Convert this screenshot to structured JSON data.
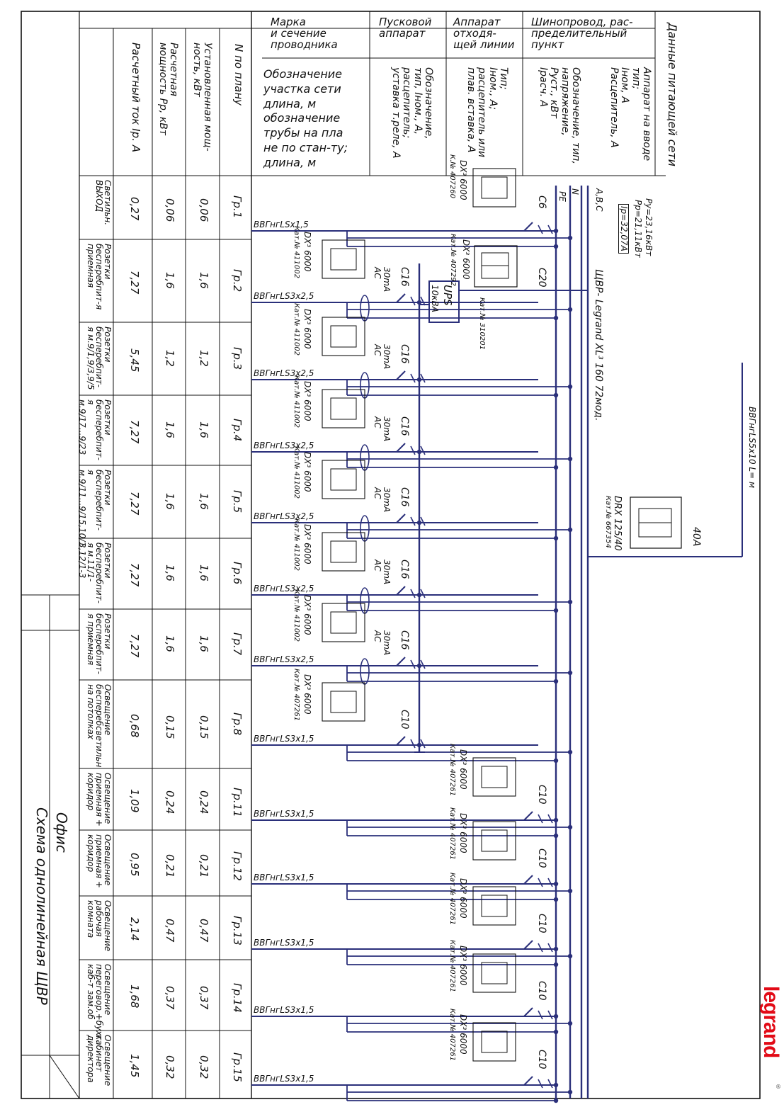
{
  "title_block": {
    "title_line1": "Офис",
    "title_line2": "Схема однолинейная ЩВР"
  },
  "header": {
    "conductor": "Марка\nи сечение\nпроводника",
    "starter": "Пусковой\nаппарат",
    "outgoing": "Аппарат\nотходя-\nщей линии",
    "busbar": "Шинопровод, рас-\nпределительный\nпункт",
    "section_desc": "Обозначение\nучастка сети\nдлина, м\nобозначение\nтрубы на пла\nне по стан-ту;\nдлина, м",
    "starter_desc": "Обозначение,\nтип, Iном., А,\nрасцепитель;\nуставка т.реле, А",
    "outgoing_desc": "Тип;\nIном., А;\nрасцепитель или\nплав. вставка, А",
    "busbar_desc": "Обозначение, тип,\nнапряжение,\nРуст., кВт\nIрасч. А",
    "supply": "Данные питающей сети",
    "supply_desc": "Аппарат на вводе\nтип;\nIном, А\nРасцепитель, А",
    "row_plan": "N по плану",
    "row_installed": "Установленная мощ-\nность, кВт",
    "row_calc_power": "Расчетная\nмощность Рр, кВт",
    "row_current": "Расчетный ток Iр. А"
  },
  "panel": {
    "name": "ЩВР- Legrand XL³ 160   72мод.",
    "pu": "Ру=23,16кВт",
    "pr": "Рр=21,11кВт",
    "ip": "Iр=32,07А",
    "buses": [
      "А,В,С",
      "N",
      "PE"
    ],
    "incoming_cable": "ВВГнгLS5х10 L=   м",
    "main_breaker_rating": "40А",
    "main_breaker_model": "DRX 125/40",
    "main_breaker_cat": "Кат.№ 667354",
    "ups_label": "UPS",
    "ups_power": "10кВА",
    "ups_cat": "Кат.№ 310201",
    "ups_breaker": "C20",
    "ups_breaker_model": "DX³ 6000",
    "ups_breaker_cat": "Кат.№ 407292"
  },
  "groups": [
    {
      "plan": "Гр.1",
      "installed": "0,06",
      "calc": "0,06",
      "current": "0,27",
      "name": "Светильн. ВЫХОД",
      "cable": "ВВГнгLSх1,5",
      "breaker": "C6",
      "model": "DX³ 6000",
      "cat": "К.№ 407260",
      "rcd": ""
    },
    {
      "plan": "Гр.2",
      "installed": "1,6",
      "calc": "1,6",
      "current": "7,27",
      "name": "Розетки бесперебпит-я приемная",
      "cable": "ВВГнгLS3х2,5",
      "breaker": "C16",
      "model": "DX³ 6000",
      "cat": "Кат.№ 411002",
      "rcd": "30mA AC"
    },
    {
      "plan": "Гр.3",
      "installed": "1,2",
      "calc": "1,2",
      "current": "5,45",
      "name": "Розетки бесперебпит-я м.9/1,9/3,9/5",
      "cable": "ВВГнгLS3х2,5",
      "breaker": "C16",
      "model": "DX³ 6000",
      "cat": "Кат.№ 411002",
      "rcd": "30mA AC"
    },
    {
      "plan": "Гр.4",
      "installed": "1,6",
      "calc": "1,6",
      "current": "7,27",
      "name": "Розетки бесперебпит-я м.9/17...9/23",
      "cable": "ВВГнгLS3х2,5",
      "breaker": "C16",
      "model": "DX³ 6000",
      "cat": "Кат.№ 411002",
      "rcd": "30mA AC"
    },
    {
      "plan": "Гр.5",
      "installed": "1,6",
      "calc": "1,6",
      "current": "7,27",
      "name": "Розетки бесперебпит-я м.9/11...9/15,10/1",
      "cable": "ВВГнгLS3х2,5",
      "breaker": "C16",
      "model": "DX³ 6000",
      "cat": "Кат.№ 411002",
      "rcd": "30mA AC"
    },
    {
      "plan": "Гр.6",
      "installed": "1,6",
      "calc": "1,6",
      "current": "7,27",
      "name": "Розетки бесперебпит-я м.11/1-3,12/1-3",
      "cable": "ВВГнгLS3х2,5",
      "breaker": "C16",
      "model": "DX³ 6000",
      "cat": "Кат.№ 411002",
      "rcd": "30mA AC"
    },
    {
      "plan": "Гр.7",
      "installed": "1,6",
      "calc": "1,6",
      "current": "7,27",
      "name": "Розетки бесперебпит-я приемная",
      "cable": "ВВГнгLS3х2,5",
      "breaker": "C16",
      "model": "DX³ 6000",
      "cat": "Кат.№ 411002",
      "rcd": "30mA AC"
    },
    {
      "plan": "Гр.8",
      "installed": "0,15",
      "calc": "0,15",
      "current": "0,68",
      "name": "Освещение бесперебсветильн на потолках",
      "cable": "ВВГнгLS3х1,5",
      "breaker": "C10",
      "model": "DX³ 6000",
      "cat": "Кат.№ 407261",
      "rcd": ""
    },
    {
      "plan": "Гр.11",
      "installed": "0,24",
      "calc": "0,24",
      "current": "1,09",
      "name": "Освещение приемная + коридор",
      "cable": "ВВГнгLS3х1,5",
      "breaker": "C10",
      "model": "DX³ 6000",
      "cat": "Кат.№ 407261",
      "rcd": ""
    },
    {
      "plan": "Гр.12",
      "installed": "0,21",
      "calc": "0,21",
      "current": "0,95",
      "name": "Освещение приемная + коридор",
      "cable": "ВВГнгLS3х1,5",
      "breaker": "C10",
      "model": "DX³ 6000",
      "cat": "Кат.№ 407261",
      "rcd": ""
    },
    {
      "plan": "Гр.13",
      "installed": "0,47",
      "calc": "0,47",
      "current": "2,14",
      "name": "Освещение рабочая комната",
      "cable": "ВВГнгLS3х1,5",
      "breaker": "C10",
      "model": "DX³ 6000",
      "cat": "Кат.№ 407261",
      "rcd": ""
    },
    {
      "plan": "Гр.14",
      "installed": "0,37",
      "calc": "0,37",
      "current": "1,68",
      "name": "Освещение переговор.+бухг. каб-т зам.об",
      "cable": "ВВГнгLS3х1,5",
      "breaker": "C10",
      "model": "DX³ 6000",
      "cat": "Кат.№ 407261",
      "rcd": ""
    },
    {
      "plan": "Гр.15",
      "installed": "0,32",
      "calc": "0,32",
      "current": "1,45",
      "name": "Освещение кабинет директора",
      "cable": "ВВГнгLS3х1,5",
      "breaker": "C10",
      "model": "DX³ 6000",
      "cat": "Кат.№ 407261",
      "rcd": ""
    }
  ],
  "brand": {
    "logo_text": "legrand",
    "logo_mark": "®"
  }
}
